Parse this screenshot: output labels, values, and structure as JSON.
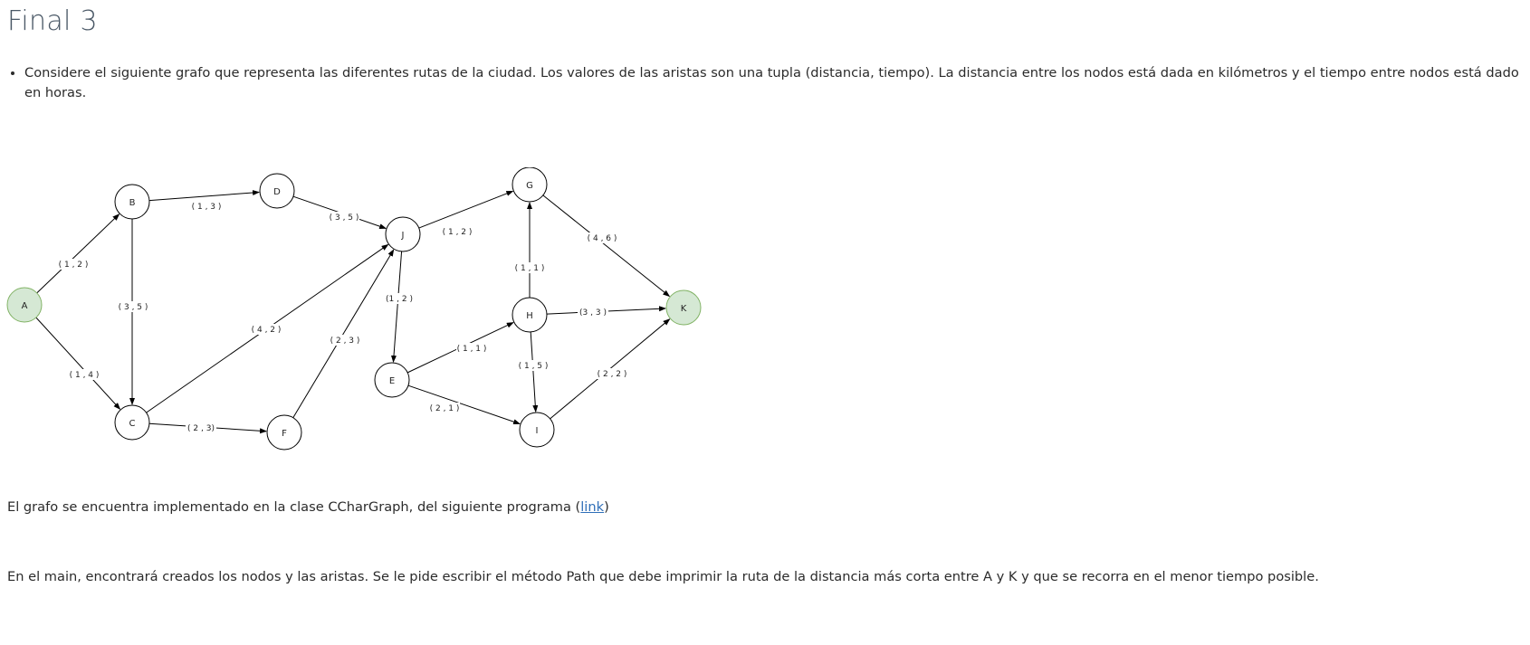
{
  "page": {
    "title": "Final 3",
    "bullet": "Considere el siguiente grafo que representa las diferentes rutas de la ciudad. Los valores de las aristas son una tupla (distancia, tiempo). La distancia entre los nodos está dada en kilómetros y el tiempo entre nodos está dado en horas.",
    "para1_before": "El grafo se encuentra implementado en la clase CCharGraph, del siguiente programa (",
    "para1_link": "link",
    "para1_after": ")",
    "para2": "En el main, encontrará creados los nodos y las aristas. Se le pide escribir el método Path que debe imprimir la ruta de la distancia más corta entre A y K y que se recorra en el menor tiempo posible."
  },
  "graph": {
    "colors": {
      "highlight_fill": "#d5e8d4",
      "highlight_stroke": "#82b366",
      "node_stroke": "#000000",
      "edge": "#000000"
    },
    "nodes": [
      {
        "id": "A",
        "highlight": true
      },
      {
        "id": "B"
      },
      {
        "id": "C"
      },
      {
        "id": "D"
      },
      {
        "id": "F"
      },
      {
        "id": "J"
      },
      {
        "id": "E"
      },
      {
        "id": "G"
      },
      {
        "id": "H"
      },
      {
        "id": "I"
      },
      {
        "id": "K",
        "highlight": true
      }
    ],
    "edges": [
      {
        "from": "A",
        "to": "B",
        "label": "( 1 , 2 )"
      },
      {
        "from": "A",
        "to": "C",
        "label": "( 1 , 4 )"
      },
      {
        "from": "B",
        "to": "D",
        "label": "( 1 , 3 )"
      },
      {
        "from": "B",
        "to": "C",
        "label": "( 3 , 5 )"
      },
      {
        "from": "D",
        "to": "J",
        "label": "( 3 , 5 )"
      },
      {
        "from": "C",
        "to": "J",
        "label": "( 4 , 2 )"
      },
      {
        "from": "C",
        "to": "F",
        "label": "( 2 , 3)"
      },
      {
        "from": "F",
        "to": "J",
        "label": "( 2 , 3 )"
      },
      {
        "from": "J",
        "to": "G",
        "label": "( 1 , 2 )"
      },
      {
        "from": "J",
        "to": "E",
        "label": "(1 , 2 )"
      },
      {
        "from": "E",
        "to": "H",
        "label": "( 1 , 1 )"
      },
      {
        "from": "E",
        "to": "I",
        "label": "( 2 , 1 )"
      },
      {
        "from": "H",
        "to": "G",
        "label": "( 1 , 1 )"
      },
      {
        "from": "H",
        "to": "K",
        "label": "(3 , 3 )"
      },
      {
        "from": "H",
        "to": "I",
        "label": "( 1 , 5 )"
      },
      {
        "from": "G",
        "to": "K",
        "label": "( 4 , 6 )"
      },
      {
        "from": "I",
        "to": "K",
        "label": "( 2 , 2 )"
      }
    ]
  }
}
